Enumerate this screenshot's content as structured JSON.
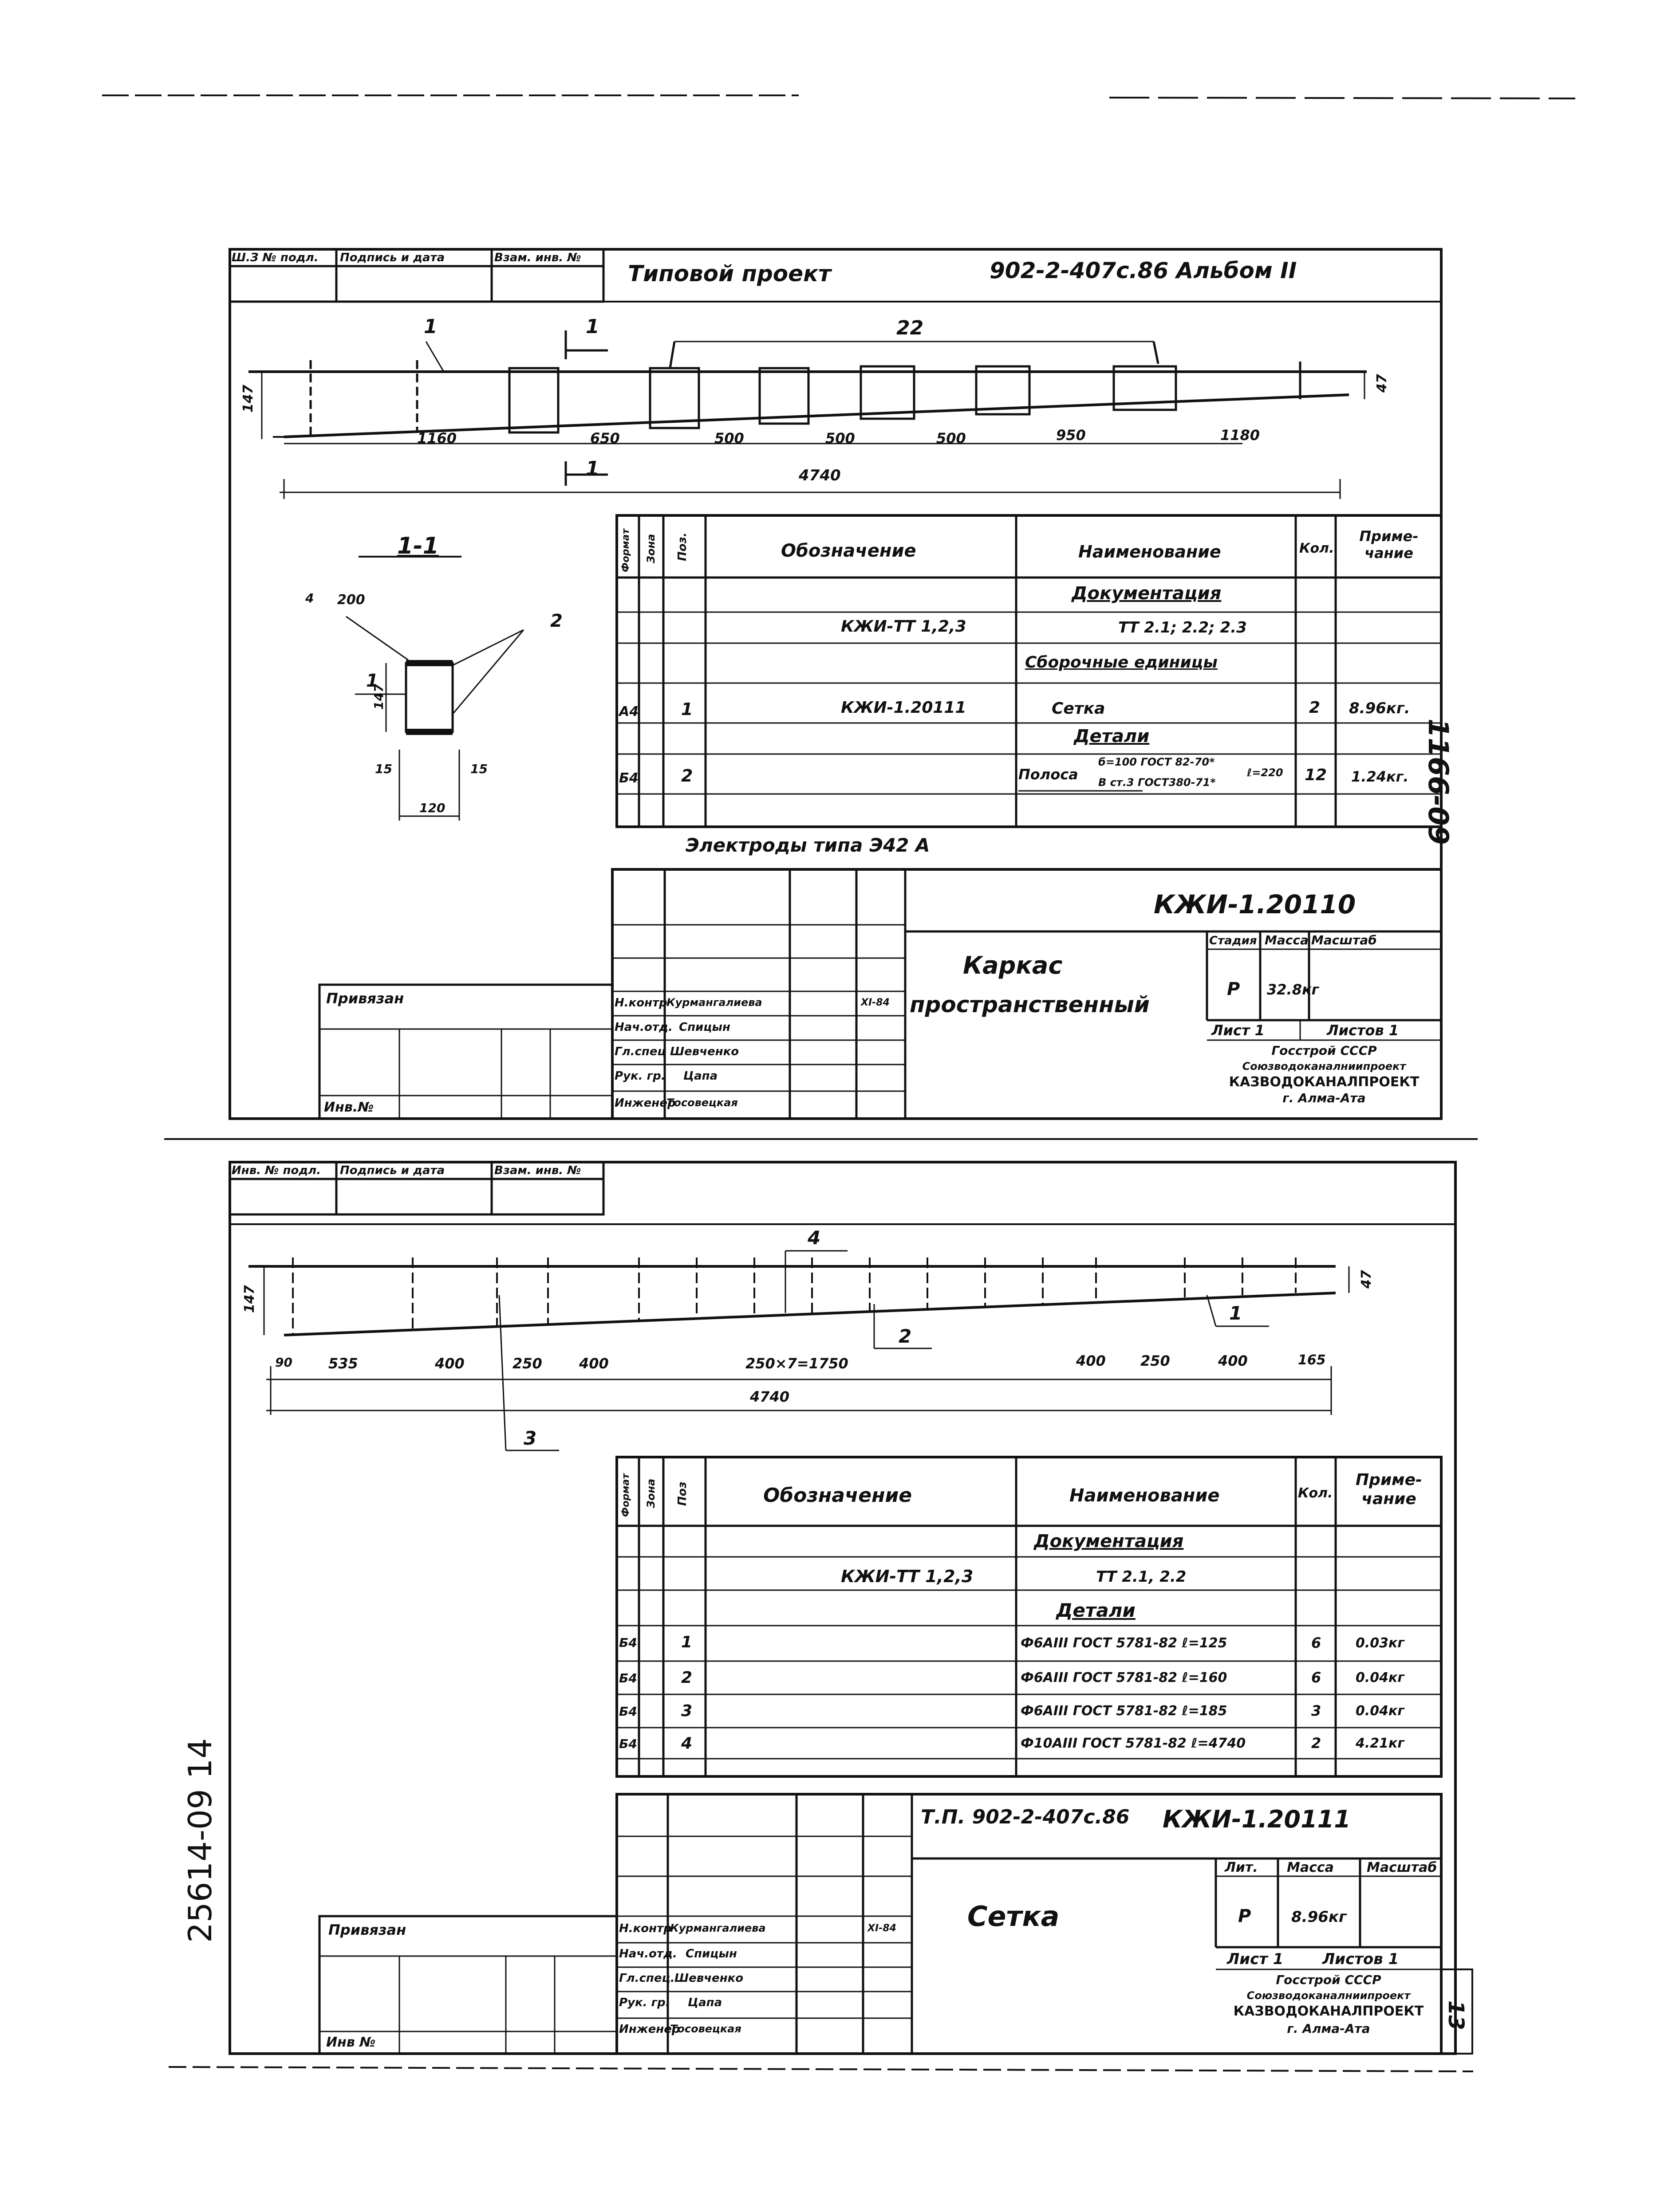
{
  "top_sheet": {
    "stamp": [
      "Ш.З № подл.",
      "Подпись и дата",
      "Взам. инв. №"
    ],
    "header_left": "Типовой проект",
    "header_right": "902-2-407с.86 Альбом II",
    "section_marker": "1",
    "leader_22": "22",
    "dims_top": [
      "1160",
      "650",
      "500",
      "500",
      "500",
      "950",
      "1180"
    ],
    "dim_total": "4740",
    "dim_147": "147",
    "dim_47": "47",
    "side_number": "1166-09",
    "section": {
      "title": "1-1",
      "weld_note": "4",
      "weld_note2": "200",
      "part_1": "1",
      "part_2": "2",
      "dim_147": "147",
      "dim_15a": "15",
      "dim_15b": "15",
      "dim_120": "120"
    },
    "spec_header": {
      "format": "Формат",
      "zone": "Зона",
      "pos": "Поз.",
      "designation": "Обозначение",
      "name": "Наименование",
      "qty": "Кол.",
      "note": "Приме- чание"
    },
    "spec": {
      "doc_title": "Документация",
      "doc_code": "КЖИ-ТТ 1,2,3",
      "doc_name": "ТТ 2.1; 2.2; 2.3",
      "asm_title": "Сборочные единицы",
      "r1_format": "А4",
      "r1_pos": "1",
      "r1_code": "КЖИ-1.20111",
      "r1_name": "Сетка",
      "r1_qty": "2",
      "r1_note": "8.96кг.",
      "det_title": "Детали",
      "r2_format": "Б4",
      "r2_pos": "2",
      "r2_name_a": "Полоса",
      "r2_name_b": "б=100 ГОСТ 82-70*",
      "r2_name_c": "В ст.3 ГОСТ380-71*",
      "r2_len": "ℓ=220",
      "r2_qty": "12",
      "r2_note": "1.24кг."
    },
    "electrodes": "Электроды типа Э42 А",
    "title_block": {
      "code": "КЖИ-1.20110",
      "title_1": "Каркас",
      "title_2": "пространственный",
      "stage_h": "Стадия",
      "mass_h": "Масса",
      "scale_h": "Масштаб",
      "stage": "Р",
      "mass": "32.8кг",
      "sheet": "Лист 1",
      "sheets": "Листов 1",
      "org1": "Госстрой СССР",
      "org2": "Союзводоканалниипроект",
      "org3": "КАЗВОДОКАНАЛПРОЕКТ",
      "org4": "г. Алма-Ата",
      "roles": [
        "Н.контр",
        "Нач.отд.",
        "Гл.спец",
        "Рук. гр.",
        "Инженер"
      ],
      "names": [
        "Курмангалиева",
        "Спицын",
        "Шевченко",
        "Цапа",
        "Тосовецкая"
      ],
      "date": "XI-84",
      "tied": "Привязан",
      "inv": "Инв.№"
    }
  },
  "bottom_sheet": {
    "stamp": [
      "Инв. № подл.",
      "Подпись и дата",
      "Взам. инв. №"
    ],
    "leader_4": "4",
    "leader_2": "2",
    "leader_1": "1",
    "leader_3": "3",
    "dim_147": "147",
    "dim_47": "47",
    "dims": [
      "90",
      "535",
      "400",
      "250",
      "400",
      "250×7=1750",
      "400",
      "250",
      "400",
      "165"
    ],
    "dim_total": "4740",
    "spec_header": {
      "format": "Формат",
      "zone": "Зона",
      "pos": "Поз",
      "designation": "Обозначение",
      "name": "Наименование",
      "qty": "Кол.",
      "note": "Приме- чание"
    },
    "spec": {
      "doc_title": "Документация",
      "doc_code": "КЖИ-ТТ 1,2,3",
      "doc_name": "ТТ 2.1, 2.2",
      "det_title": "Детали",
      "rows": [
        {
          "format": "Б4",
          "pos": "1",
          "name": "Ф6АIII ГОСТ 5781-82 ℓ=125",
          "qty": "6",
          "note": "0.03кг"
        },
        {
          "format": "Б4",
          "pos": "2",
          "name": "Ф6АIII ГОСТ 5781-82 ℓ=160",
          "qty": "6",
          "note": "0.04кг"
        },
        {
          "format": "Б4",
          "pos": "3",
          "name": "Ф6АIII ГОСТ 5781-82 ℓ=185",
          "qty": "3",
          "note": "0.04кг"
        },
        {
          "format": "Б4",
          "pos": "4",
          "name": "Ф10АIII ГОСТ 5781-82 ℓ=4740",
          "qty": "2",
          "note": "4.21кг"
        }
      ]
    },
    "title_block": {
      "project": "Т.П. 902-2-407с.86",
      "code": "КЖИ-1.20111",
      "title": "Сетка",
      "lit_h": "Лит.",
      "mass_h": "Масса",
      "scale_h": "Масштаб",
      "stage": "Р",
      "mass": "8.96кг",
      "sheet": "Лист 1",
      "sheets": "Листов 1",
      "org1": "Госстрой СССР",
      "org2": "Союзводоканалниипроект",
      "org3": "КАЗВОДОКАНАЛПРОЕКТ",
      "org4": "г. Алма-Ата",
      "roles": [
        "Н.контр",
        "Нач.отд.",
        "Гл.спец.",
        "Рук. гр.",
        "Инженер"
      ],
      "names": [
        "Курмангалиева",
        "Спицын",
        "Шевченко",
        "Цапа",
        "Тосовецкая"
      ],
      "date": "XI-84",
      "tied": "Привязан",
      "inv": "Инв №"
    },
    "page_number": "13"
  },
  "archive_number": "25614-09 14"
}
